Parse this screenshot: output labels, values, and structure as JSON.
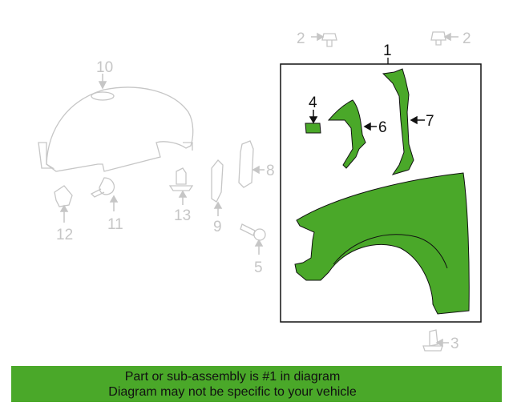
{
  "colors": {
    "highlight": "#4aa829",
    "inactive": "#c6c6c6",
    "outline": "#111111"
  },
  "callouts": {
    "c1": "1",
    "c2a": "2",
    "c2b": "2",
    "c3": "3",
    "c4": "4",
    "c5": "5",
    "c6": "6",
    "c7": "7",
    "c8": "8",
    "c9": "9",
    "c10": "10",
    "c11": "11",
    "c12": "12",
    "c13": "13"
  },
  "banner": {
    "line1": "Part or sub-assembly is #1 in diagram",
    "line2": "Diagram may not be specific to your vehicle"
  }
}
